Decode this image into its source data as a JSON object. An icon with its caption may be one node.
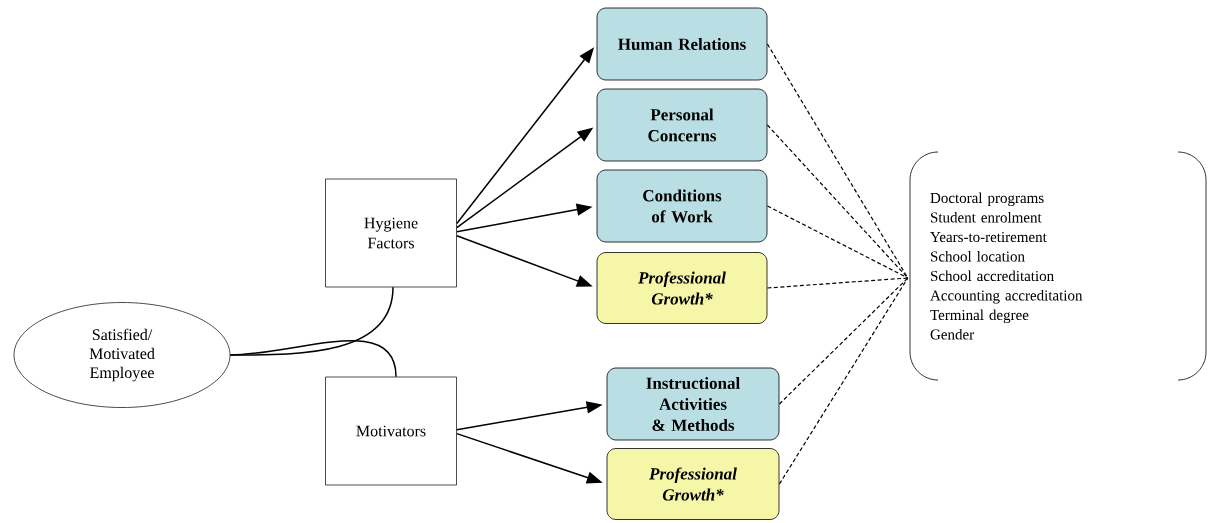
{
  "diagram": {
    "nodes": [
      {
        "text": [
          "Satisfied/ Motivated Employee"
        ]
      },
      {
        "text": [
          "Hygiene Factors"
        ]
      },
      {
        "text": [
          "Motivators"
        ]
      },
      {
        "text": [
          "Human Relations"
        ]
      },
      {
        "text": [
          "Personal Concerns"
        ]
      },
      {
        "text": [
          "Conditions of Work"
        ]
      },
      {
        "text": [
          "Professional Growth*"
        ]
      },
      {
        "text": [
          "Instructional Activities & Methods"
        ]
      },
      {
        "text": [
          "Professional Growth*"
        ]
      },
      {
        "text": [
          "Doctoral programs",
          "Student enrolment",
          "Years-to-retirement",
          "School location",
          "School accreditation",
          "Accounting accreditation",
          "Terminal degree",
          "Gender"
        ]
      }
    ],
    "edges": [
      {
        "from": 0,
        "to": 1,
        "arrow": "none"
      },
      {
        "from": 0,
        "to": 2,
        "arrow": "none"
      },
      {
        "from": 1,
        "to": 3,
        "arrow": "to"
      },
      {
        "from": 1,
        "to": 4,
        "arrow": "to"
      },
      {
        "from": 1,
        "to": 5,
        "arrow": "to"
      },
      {
        "from": 1,
        "to": 6,
        "arrow": "to"
      },
      {
        "from": 2,
        "to": 7,
        "arrow": "to"
      },
      {
        "from": 2,
        "to": 8,
        "arrow": "to"
      },
      {
        "from": 3,
        "to": 9,
        "arrow": "none",
        "style": "dashed"
      },
      {
        "from": 4,
        "to": 9,
        "arrow": "none",
        "style": "dashed"
      },
      {
        "from": 5,
        "to": 9,
        "arrow": "none",
        "style": "dashed"
      },
      {
        "from": 6,
        "to": 9,
        "arrow": "none",
        "style": "dashed"
      },
      {
        "from": 7,
        "to": 9,
        "arrow": "none",
        "style": "dashed"
      },
      {
        "from": 8,
        "to": 9,
        "arrow": "none",
        "style": "dashed"
      }
    ]
  }
}
